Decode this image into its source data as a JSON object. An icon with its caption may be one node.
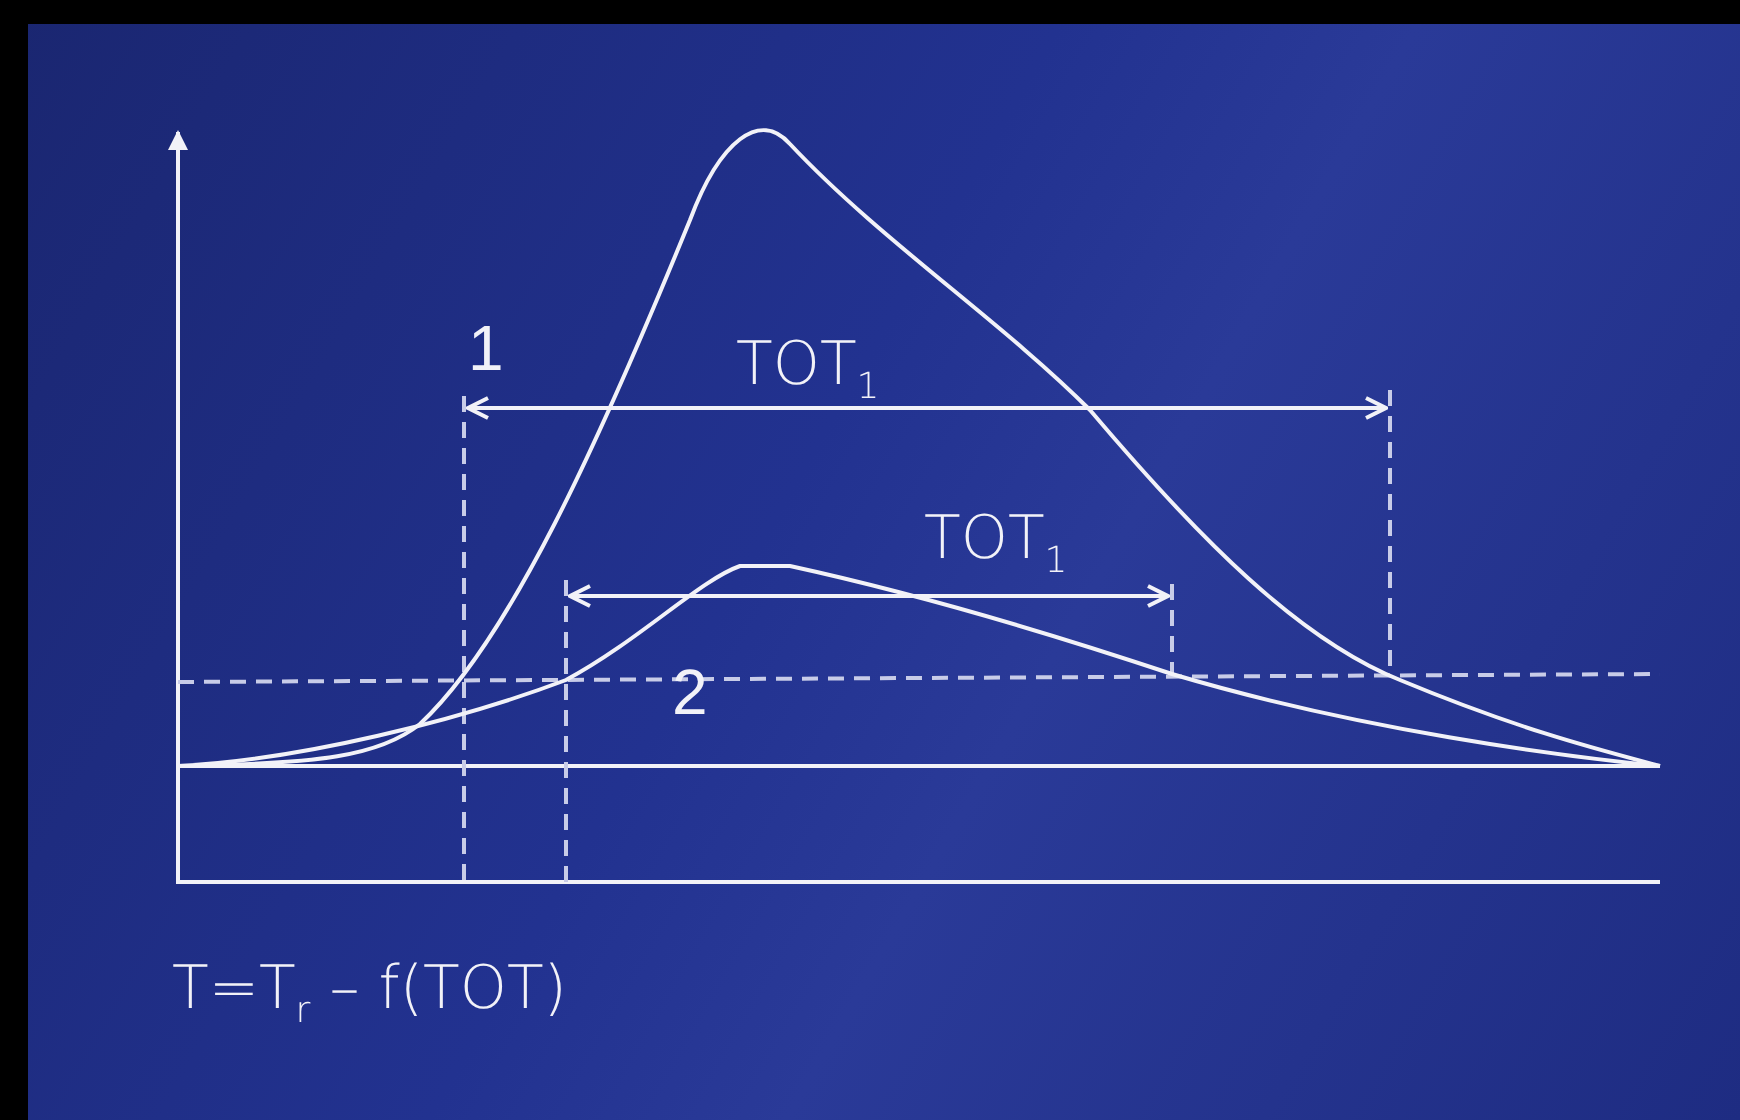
{
  "diagram": {
    "labels": [
      "1",
      "TOT$_{1}$",
      "TOT$_{1}$",
      "2",
      "T=T$_{r}$ – f(TOT)"
    ]
  }
}
